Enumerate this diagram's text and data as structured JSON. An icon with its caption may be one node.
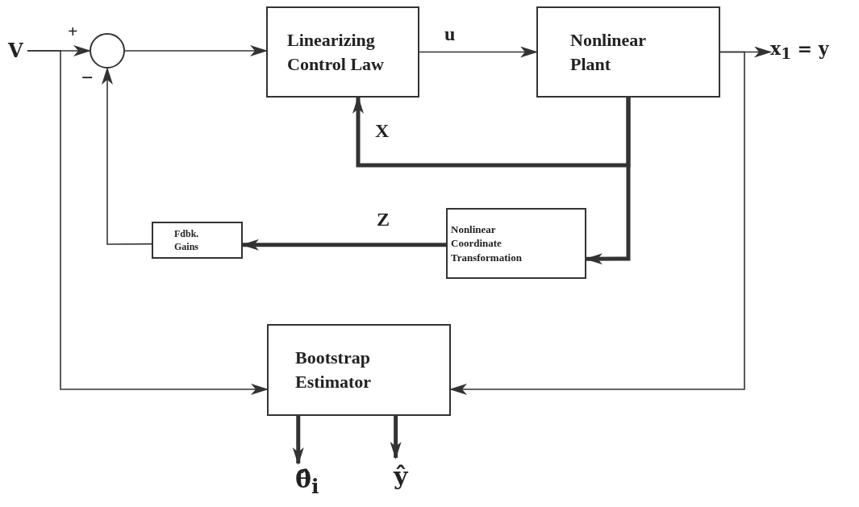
{
  "diagram": {
    "nodes": [
      {
        "text": [
          "V"
        ]
      },
      {
        "text": [],
        "shape": "circle"
      },
      {
        "text": [
          "Linearizing Control Law"
        ]
      },
      {
        "text": [
          "Nonlinear Plant"
        ]
      },
      {
        "text": [
          "x$_{1}$ = y"
        ]
      },
      {
        "text": [
          "Fdbk. Gains"
        ]
      },
      {
        "text": [
          "Nonlinear Coordinate Transformation"
        ]
      },
      {
        "text": [
          "Bootstrap Estimator"
        ]
      },
      {
        "text": [
          "θ̂$_{i}$"
        ]
      },
      {
        "text": [
          "ŷ"
        ]
      }
    ],
    "edges": [
      {
        "from": 0,
        "to": 1,
        "arrow": "to"
      },
      {
        "from": 1,
        "to": 2,
        "arrow": "to"
      },
      {
        "from": 2,
        "to": 3,
        "arrow": "to",
        "label": "u"
      },
      {
        "from": 3,
        "to": 4,
        "arrow": "to"
      },
      {
        "from": 3,
        "to": 2,
        "arrow": "to",
        "label": "X",
        "style": "thick"
      },
      {
        "from": 3,
        "to": 6,
        "arrow": "to",
        "style": "thick"
      },
      {
        "from": 6,
        "to": 5,
        "arrow": "to",
        "label": "Z",
        "style": "thick"
      },
      {
        "from": 5,
        "to": 1,
        "arrow": "to"
      },
      {
        "from": 0,
        "to": 7,
        "arrow": "to"
      },
      {
        "from": 3,
        "to": 7,
        "arrow": "to"
      },
      {
        "from": 7,
        "to": 8,
        "arrow": "to",
        "style": "thick"
      },
      {
        "from": 7,
        "to": 9,
        "arrow": "to",
        "style": "thick"
      }
    ],
    "labels": [
      "+",
      "−"
    ]
  }
}
